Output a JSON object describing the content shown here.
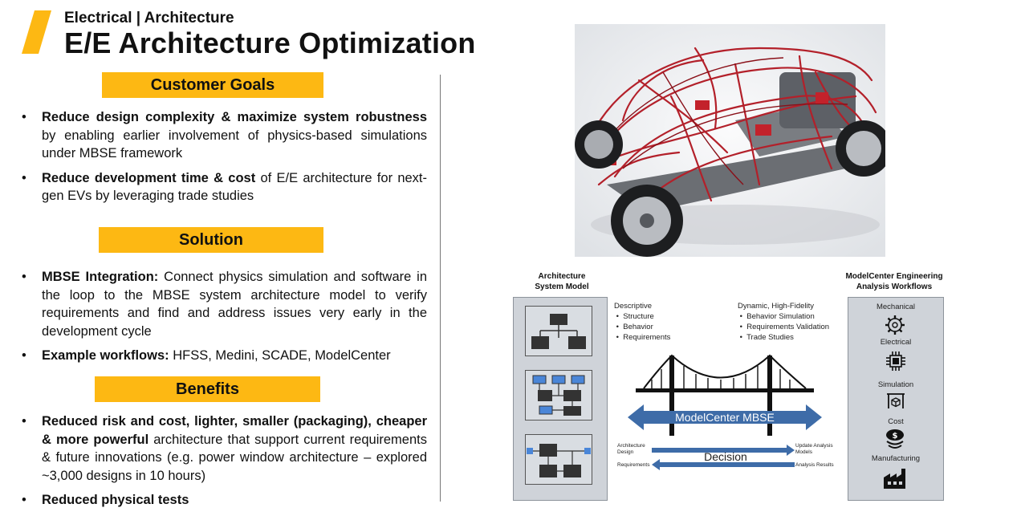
{
  "header": {
    "category": "Electrical | Architecture",
    "title": "E/E Architecture Optimization"
  },
  "colors": {
    "accent": "#FDB813",
    "bridge_blue": "#3E6CA8",
    "panel_gray": "#CFD3D9",
    "wire_red": "#B3202A"
  },
  "goals": {
    "heading": "Customer Goals",
    "items": [
      {
        "bold": "Reduce design complexity & maximize system robustness",
        "text": " by enabling earlier involvement of physics-based simulations under MBSE framework"
      },
      {
        "bold": "Reduce development time & cost",
        "text": " of E/E architecture for next-gen EVs by leveraging trade studies"
      }
    ]
  },
  "solution": {
    "heading": "Solution",
    "items": [
      {
        "bold": "MBSE Integration:",
        "text": " Connect physics simulation and software in the loop to the MBSE system architecture model to verify requirements and find and address issues very early in the development cycle"
      },
      {
        "bold": "Example workflows:",
        "text": " HFSS, Medini, SCADE, ModelCenter"
      }
    ]
  },
  "benefits": {
    "heading": "Benefits",
    "items": [
      {
        "bold": "Reduced risk and cost, lighter, smaller (packaging), cheaper & more powerful",
        "text": " architecture that support current requirements & future innovations (e.g. power window architecture – explored ~3,000 designs in 10 hours)"
      },
      {
        "bold": "Reduced physical tests",
        "text": ""
      }
    ]
  },
  "diagram": {
    "left_title_1": "Architecture",
    "left_title_2": "System Model",
    "right_title_1": "ModelCenter Engineering",
    "right_title_2": "Analysis Workflows",
    "descriptive": {
      "heading": "Descriptive",
      "items": [
        "Structure",
        "Behavior",
        "Requirements"
      ]
    },
    "dynamic": {
      "heading": "Dynamic, High-Fidelity",
      "items": [
        "Behavior Simulation",
        "Requirements Validation",
        "Trade Studies"
      ]
    },
    "bridge_label": "ModelCenter MBSE",
    "decision_label": "Decision",
    "arch_design_1": "Architecture",
    "arch_design_2": "Design",
    "requirements": "Requirements",
    "update_analysis_1": "Update Analysis",
    "update_analysis_2": "Models",
    "analysis_results": "Analysis Results",
    "workflows": [
      "Mechanical",
      "Electrical",
      "Simulation",
      "Cost",
      "Manufacturing"
    ]
  },
  "icons": [
    "car-wiring-harness-image",
    "hierarchy-icon",
    "block-diagram-icon",
    "loop-diagram-icon",
    "bridge-icon",
    "gear-icon",
    "chip-icon",
    "simulation-box-icon",
    "cost-icon",
    "factory-icon"
  ]
}
